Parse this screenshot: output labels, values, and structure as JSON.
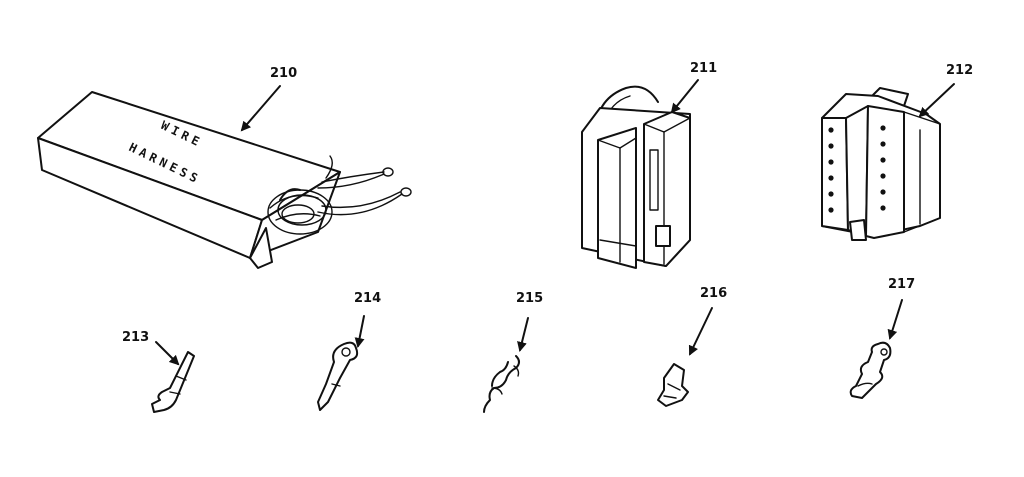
{
  "parts": [
    {
      "id": "210",
      "name": "wire-harness"
    },
    {
      "id": "211",
      "name": "connector-housing"
    },
    {
      "id": "212",
      "name": "connector-housing-multipin"
    },
    {
      "id": "213",
      "name": "terminal"
    },
    {
      "id": "214",
      "name": "terminal"
    },
    {
      "id": "215",
      "name": "terminal"
    },
    {
      "id": "216",
      "name": "terminal"
    },
    {
      "id": "217",
      "name": "terminal"
    }
  ],
  "box_label": {
    "line1": "WIRE",
    "line2": "HARNESS"
  },
  "colors": {
    "ink": "#111111",
    "background": "#ffffff"
  }
}
